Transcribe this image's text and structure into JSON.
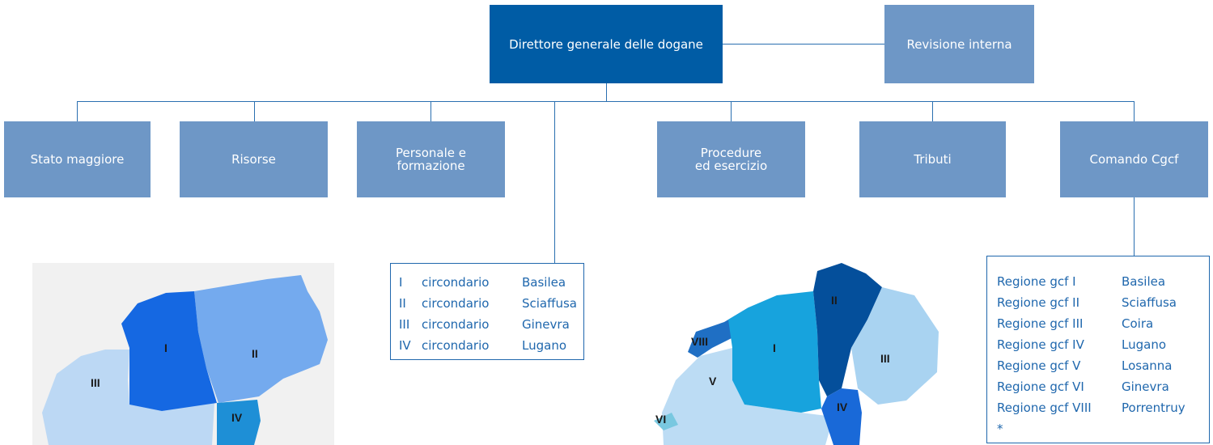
{
  "top": "Direttore generale delle dogane",
  "audit": "Revisione interna",
  "units": [
    "Stato maggiore",
    "Risorse",
    "Personale e\nformazione",
    "Procedure\ned esercizio",
    "Tributi",
    "Comando Cgcf"
  ],
  "districts": [
    {
      "num": "I",
      "label": "circondario",
      "city": "Basilea"
    },
    {
      "num": "II",
      "label": "circondario",
      "city": "Sciaffusa"
    },
    {
      "num": "III",
      "label": "circondario",
      "city": "Ginevra"
    },
    {
      "num": "IV",
      "label": "circondario",
      "city": "Lugano"
    }
  ],
  "regions": [
    {
      "name": "Regione gcf I",
      "city": "Basilea"
    },
    {
      "name": "Regione gcf II",
      "city": "Sciaffusa"
    },
    {
      "name": "Regione gcf III",
      "city": "Coira"
    },
    {
      "name": "Regione gcf IV",
      "city": "Lugano"
    },
    {
      "name": "Regione gcf V",
      "city": "Losanna"
    },
    {
      "name": "Regione gcf VI",
      "city": "Ginevra"
    },
    {
      "name": "Regione gcf VIII",
      "city": "Porrentruy"
    }
  ],
  "regions_note": "*",
  "map1_labels": [
    "I",
    "II",
    "III",
    "IV"
  ],
  "map2_labels": [
    "I",
    "II",
    "III",
    "IV",
    "V",
    "VI",
    "VIII"
  ],
  "colors": {
    "top_box": "#005ca5",
    "unit_box": "#6e97c6",
    "line": "#2a6fb0",
    "list_text": "#1f67ad"
  }
}
